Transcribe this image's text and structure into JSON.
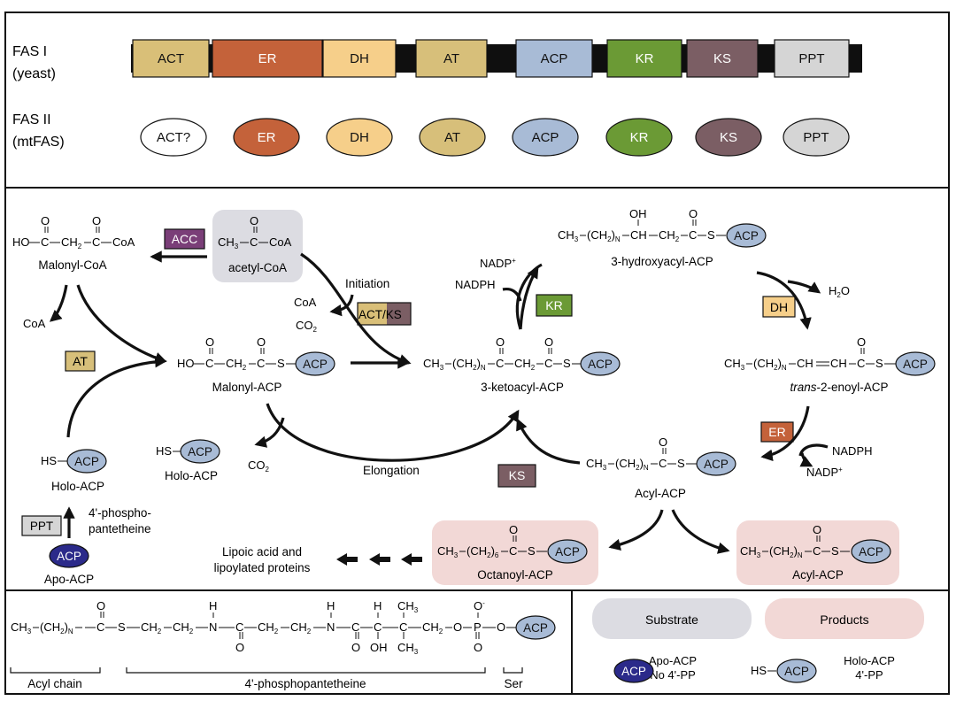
{
  "domains": {
    "fas1_label": "FAS I",
    "fas1_sub": "(yeast)",
    "fas2_label": "FAS II",
    "fas2_sub": "(mtFAS)",
    "fas1": [
      "ACT",
      "ER",
      "DH",
      "AT",
      "ACP",
      "KR",
      "KS",
      "PPT"
    ],
    "fas2": [
      "ACT?",
      "ER",
      "DH",
      "AT",
      "ACP",
      "KR",
      "KS",
      "PPT"
    ]
  },
  "colors": {
    "ACT": "#d9bf78",
    "ER": "#c4623a",
    "DH": "#f6cf8a",
    "AT": "#d7bf7a",
    "ACP": "#a8bbd6",
    "KR": "#6b9a35",
    "KS": "#7b5e64",
    "PPT": "#d5d5d5",
    "ACC": "#7a3e78",
    "apo": "#2b2a8a",
    "substrate": "#dcdce2",
    "product": "#f2d8d6"
  },
  "enzymes": {
    "acc": "ACC",
    "act_ks_a": "ACT",
    "act_ks_sep": "/",
    "act_ks_b": "KS",
    "at": "AT",
    "kr": "KR",
    "dh": "DH",
    "er": "ER",
    "ks": "KS",
    "ppt": "PPT"
  },
  "molecules": {
    "malonyl_coa": "Malonyl-CoA",
    "acetyl_coa": "acetyl-CoA",
    "malonyl_acp": "Malonyl-ACP",
    "ketoacyl": "3-ketoacyl-ACP",
    "hydroxyacyl": "3-hydroxyacyl-ACP",
    "enoyl_italic": "trans",
    "enoyl_rest": "-2-enoyl-ACP",
    "acyl": "Acyl-ACP",
    "holo1": "Holo-ACP",
    "holo2": "Holo-ACP",
    "apo": "Apo-ACP",
    "octanoyl": "Octanoyl-ACP",
    "acyl2": "Acyl-ACP"
  },
  "labels": {
    "initiation": "Initiation",
    "elongation": "Elongation",
    "coa": "CoA",
    "co2": "CO",
    "nadp": "NADP",
    "nadph": "NADPH",
    "h2o_h": "H",
    "h2o_o": "O",
    "phospho1": "4'-phospho-",
    "phospho2": "pantetheine",
    "lipoic1": "Lipoic acid and",
    "lipoic2": "lipoylated proteins",
    "acp": "ACP"
  },
  "bottom": {
    "acyl_chain": "Acyl chain",
    "phosphopant": "4'-phosphopantetheine",
    "ser": "Ser",
    "substrate": "Substrate",
    "products": "Products",
    "apo_desc1": "Apo-ACP",
    "apo_desc2": "No 4'-PP",
    "holo_desc1": "Holo-ACP",
    "holo_desc2": "4'-PP"
  }
}
